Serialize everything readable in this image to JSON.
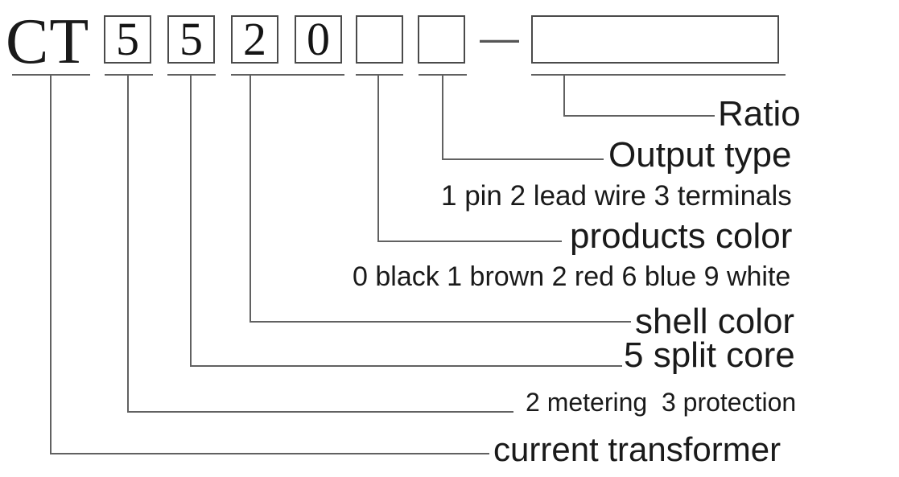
{
  "code": {
    "prefix": "CT",
    "digit_boxes": [
      "5",
      "5",
      "2",
      "0",
      "",
      ""
    ],
    "separator": "—",
    "ratio_box": ""
  },
  "labels": {
    "ratio": "Ratio",
    "output_type": "Output type",
    "output_type_codes": "1 pin 2 lead wire 3 terminals",
    "products_color": "products color",
    "products_color_codes": "0 black 1 brown 2 red 6 blue 9 white",
    "shell_color": "shell color",
    "split_core": "5 split core",
    "usage_codes": "2 metering  3 protection",
    "current_transformer": "current transformer"
  },
  "colors": {
    "text": "#1a1a1a",
    "line": "#616161",
    "box_border": "#4a4a4a",
    "background": "#ffffff"
  }
}
